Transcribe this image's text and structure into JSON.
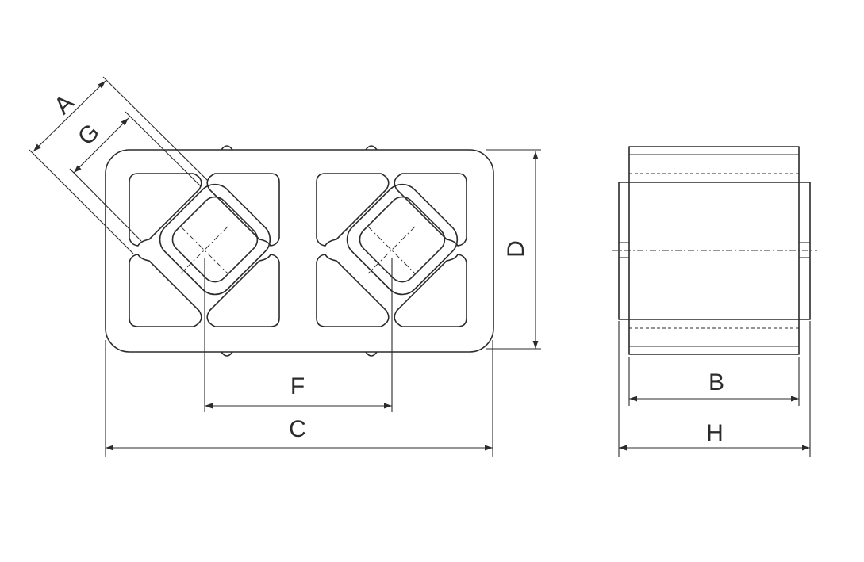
{
  "labels": {
    "a": "A",
    "g": "G",
    "d": "D",
    "f": "F",
    "c": "C",
    "b": "B",
    "h": "H"
  },
  "colors": {
    "line": "#2b2b2b",
    "background": "#ffffff"
  }
}
